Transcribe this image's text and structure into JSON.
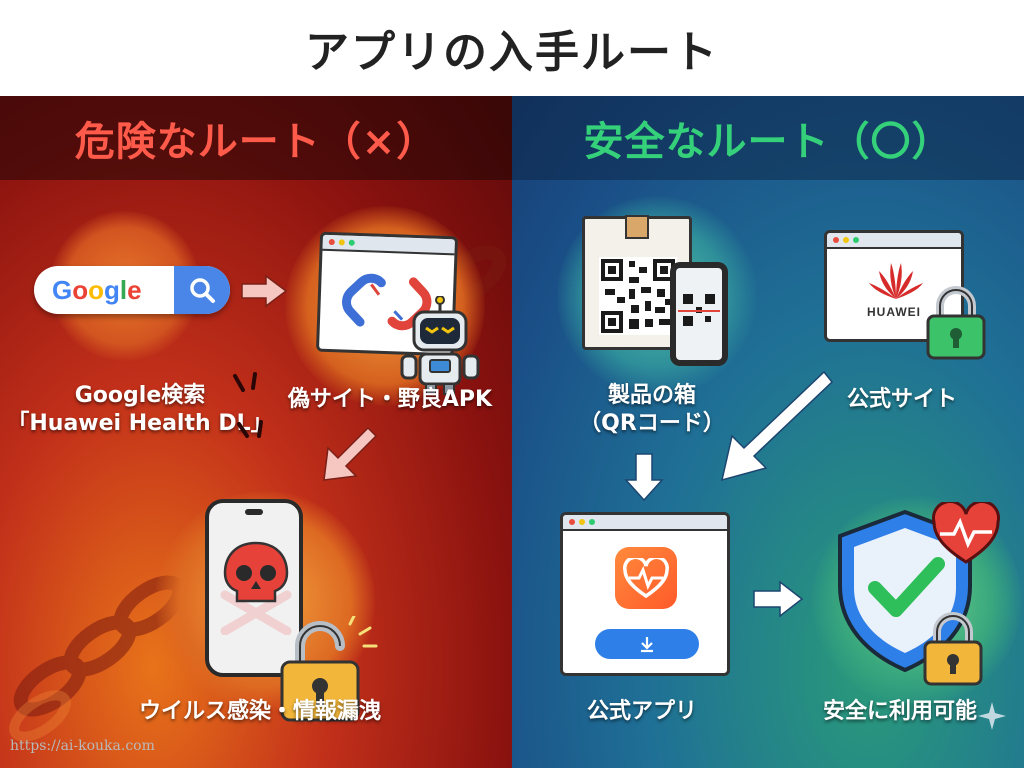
{
  "title": "アプリの入手ルート",
  "left_panel": {
    "heading": "危険なルート（×）",
    "google_logo": "Google",
    "step1_label_line1": "Google検索",
    "step1_label_line2": "「Huawei Health DL」",
    "step2_label": "偽サイト・野良APK",
    "step3_label": "ウイルス感染・情報漏洩"
  },
  "right_panel": {
    "heading": "安全なルート（〇）",
    "step1_label_line1": "製品の箱",
    "step1_label_line2": "（QRコード）",
    "step2_label": "公式サイト",
    "huawei_brand": "HUAWEI",
    "step3_label": "公式アプリ",
    "step4_label": "安全に利用可能"
  },
  "footer_url": "https://ai-kouka.com",
  "colors": {
    "danger_heading": "#ff5a4a",
    "safe_heading": "#35d07a",
    "arrow_danger": "#f6c6c0",
    "arrow_safe": "#ffffff"
  }
}
